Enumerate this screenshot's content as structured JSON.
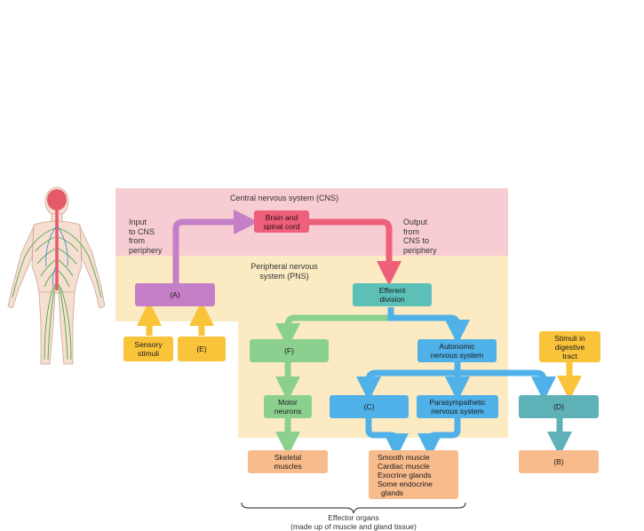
{
  "regions": {
    "cns_label": "Central nervous system (CNS)",
    "pns_label_line1": "Peripheral nervous",
    "pns_label_line2": "system (PNS)"
  },
  "side_labels": {
    "input": [
      "Input",
      "to CNS",
      "from",
      "periphery"
    ],
    "output": [
      "Output",
      "from",
      "CNS to",
      "periphery"
    ]
  },
  "boxes": {
    "brain": [
      "Brain and",
      "spinal cord"
    ],
    "a": "(A)",
    "efferent": [
      "Efferent",
      "division"
    ],
    "sensory": [
      "Sensory",
      "stimuli"
    ],
    "e": "(E)",
    "f": "(F)",
    "autonomic": [
      "Autonomic",
      "nervous system"
    ],
    "stimuli_digestive": [
      "Stimuli in",
      "digestive",
      "tract"
    ],
    "motor": [
      "Motor",
      "neurons"
    ],
    "c": "(C)",
    "parasympathetic": [
      "Parasympathetic",
      "nervous system"
    ],
    "d": "(D)",
    "skeletal": [
      "Skeletal",
      "muscles"
    ],
    "smooth": [
      "Smooth muscle",
      "Cardiac muscle",
      "Exocrine glands",
      "Some endocrine",
      "glands"
    ],
    "b": "(B)"
  },
  "effector_label": [
    "Effector organs",
    "(made up of muscle and gland tissue)"
  ],
  "colors": {
    "cns_region": "#f7cdd3",
    "pns_region": "#fcebc2",
    "brain": "#ee5f7a",
    "afferent": "#c47fc6",
    "somatic": "#8bd08f",
    "autonomic": "#4fb1e8",
    "enteric": "#5fb1b8",
    "stimuli": "#f9c33a",
    "effector": "#f8bb8c"
  }
}
